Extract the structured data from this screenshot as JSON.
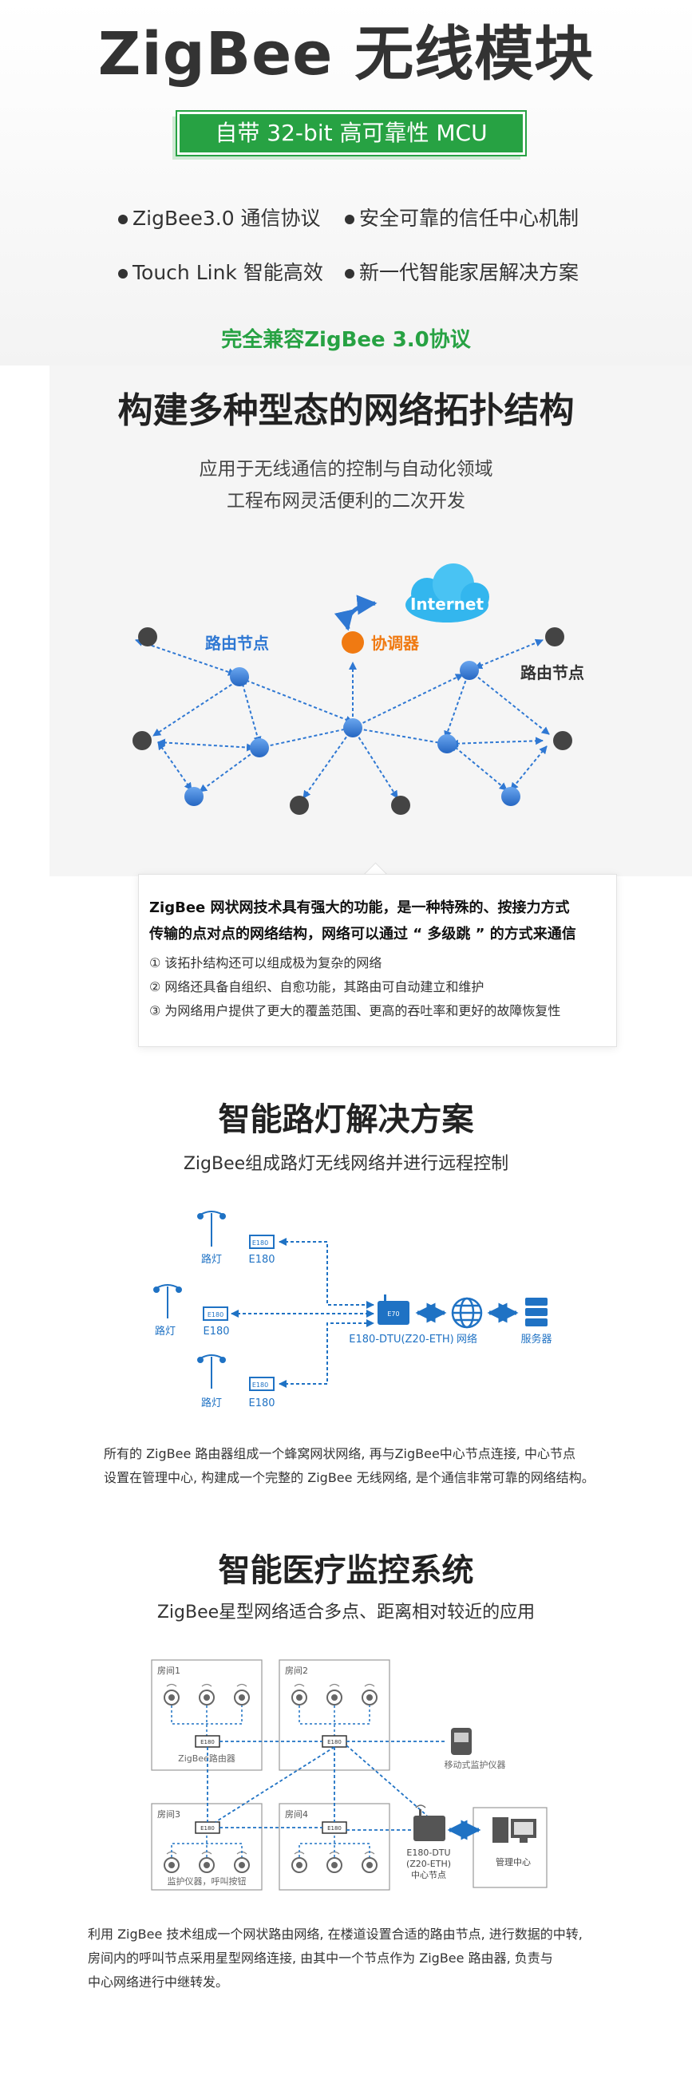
{
  "hero": {
    "title": "ZigBee 无线模块",
    "badge": "自带 32-bit 高可靠性 MCU",
    "features": [
      "ZigBee3.0 通信协议",
      "安全可靠的信任中心机制",
      "Touch Link 智能高效",
      "新一代智能家居解决方案"
    ],
    "compat": "完全兼容ZigBee 3.0协议"
  },
  "network": {
    "title": "构建多种型态的网络拓扑结构",
    "subtitle_1": "应用于无线通信的控制与自动化领域",
    "subtitle_2": "工程布网灵活便利的二次开发",
    "internet_label": "Internet",
    "router_label": "路由节点",
    "coordinator_label": "协调器",
    "card": {
      "line_1": "ZigBee 网状网技术具有强大的功能，是一种特殊的、按接力方式",
      "line_2": "传输的点对点的网络结构，网络可以通过 “ 多级跳 ” 的方式来通信",
      "items": [
        "① 该拓扑结构还可以组成极为复杂的网络",
        "② 网络还具备自组织、自愈功能，其路由可自动建立和维护",
        "③ 为网络用户提供了更大的覆盖范围、更高的吞吐率和更好的故障恢复性"
      ]
    }
  },
  "streetlight": {
    "title": "智能路灯解决方案",
    "subtitle": "ZigBee组成路灯无线网络并进行远程控制",
    "light_label": "路灯",
    "module_label": "E180",
    "module_chip": "E180",
    "dtu_chip": "E70",
    "dtu_label": "E180-DTU(Z20-ETH)",
    "network_label": "网络",
    "server_label": "服务器",
    "desc_1": "所有的 ZigBee 路由器组成一个蜂窝网状网络, 再与ZigBee中心节点连接, 中心节点",
    "desc_2": "设置在管理中心, 构建成一个完整的 ZigBee 无线网络, 是个通信非常可靠的网络结构。"
  },
  "medical": {
    "title": "智能医疗监控系统",
    "subtitle": "ZigBee星型网络适合多点、距离相对较近的应用",
    "rooms": [
      "房间1",
      "房间2",
      "房间3",
      "房间4"
    ],
    "router_caption": "ZigBee路由器",
    "module_chip": "E180",
    "mobile_label": "移动式监护仪器",
    "monitor_caption": "监护仪器，呼叫按钮",
    "dtu_label_1": "E180-DTU",
    "dtu_label_2": "(Z20-ETH)",
    "dtu_label_3": "中心节点",
    "center_label": "管理中心",
    "desc_1": "利用 ZigBee 技术组成一个网状路由网络, 在楼道设置合适的路由节点, 进行数据的中转,",
    "desc_2": "房间内的呼叫节点采用星型网络连接, 由其中一个节点作为 ZigBee 路由器, 负责与",
    "desc_3": "中心网络进行中继转发。"
  },
  "colors": {
    "green": "#27a243",
    "blue": "#2f78d3",
    "orange": "#f07a12",
    "dark_node": "#444444",
    "diagram_blue": "#1f72c4"
  }
}
